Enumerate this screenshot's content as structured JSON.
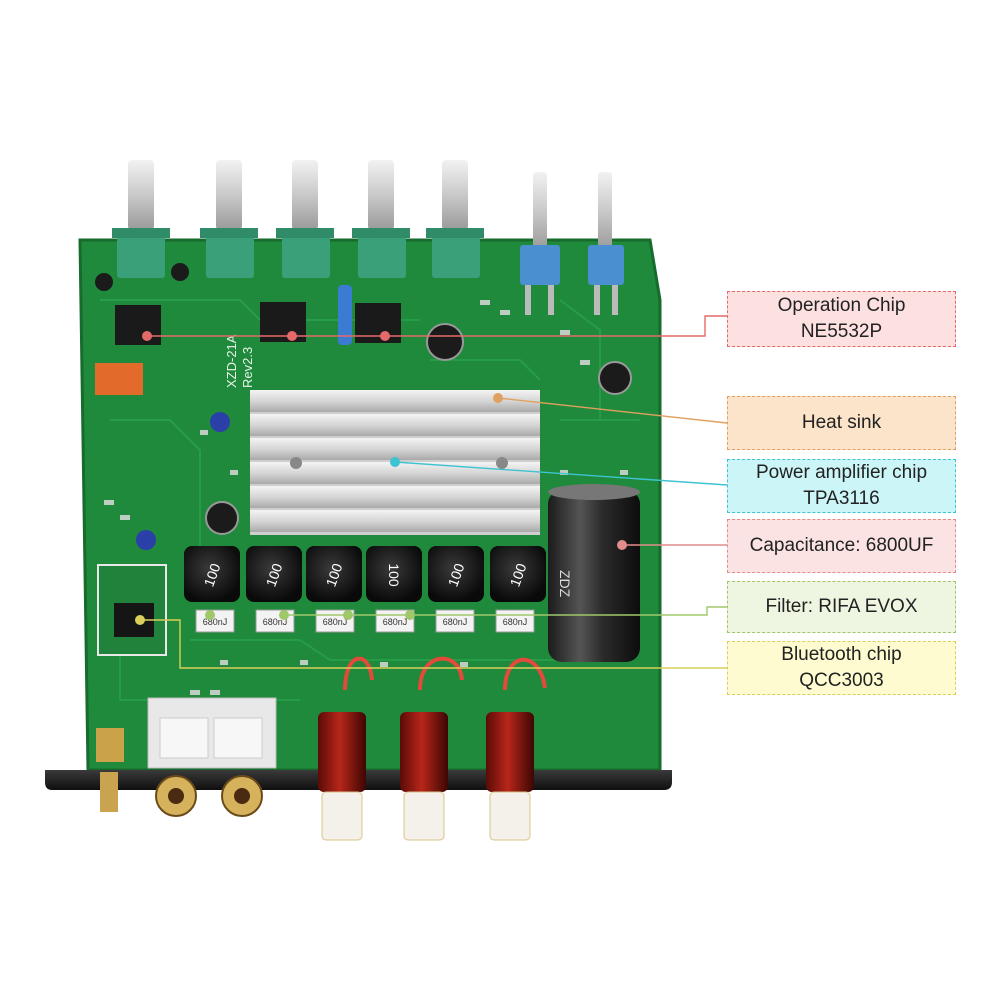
{
  "callouts": {
    "operation_chip": {
      "label": "Operation Chip",
      "value": "NE5532P",
      "color": "#e46a6a"
    },
    "heat_sink": {
      "label": "Heat sink",
      "color": "#e1a060"
    },
    "power_amp": {
      "label": "Power amplifier chip",
      "value": "TPA3116",
      "color": "#3ec3d0"
    },
    "capacitance": {
      "label": "Capacitance:  6800UF",
      "color": "#e28c8c"
    },
    "filter": {
      "label": "Filter:  RIFA EVOX",
      "color": "#9fc86a"
    },
    "bluetooth": {
      "label": "Bluetooth chip",
      "value": "QCC3003",
      "color": "#d9cf5a"
    }
  },
  "board": {
    "model": "XZD-21A",
    "revision": "Rev2.3",
    "inductor_value": "100",
    "filter_cap_label": "680nJ",
    "capacitor_brand": "ZDZ"
  }
}
